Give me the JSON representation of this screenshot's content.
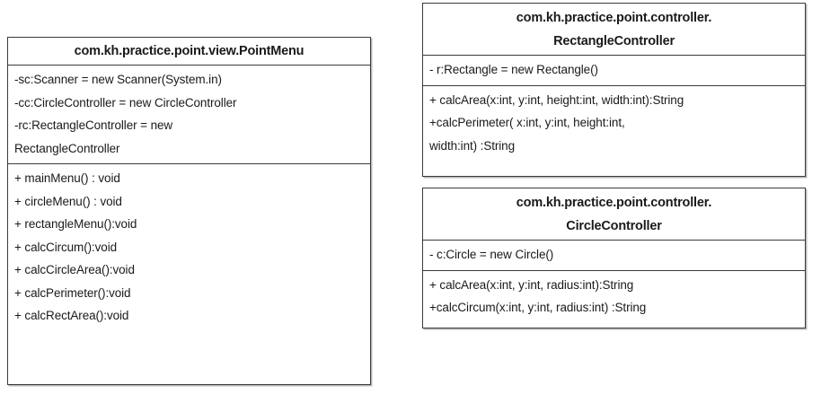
{
  "diagram": {
    "type": "uml-class-diagram",
    "background_color": "#ffffff",
    "line_color": "#3a3a3a",
    "text_color": "#1a1a1a",
    "classes": [
      {
        "id": "pointmenu",
        "title_lines": [
          "com.kh.practice.point.view.PointMenu"
        ],
        "attributes": [
          "-sc:Scanner = new Scanner(System.in)",
          "-cc:CircleController = new CircleController",
          "-rc:RectangleController = new",
          "RectangleController"
        ],
        "methods": [
          "+ mainMenu() : void",
          "+ circleMenu() : void",
          "+ rectangleMenu():void",
          "+ calcCircum():void",
          "+ calcCircleArea():void",
          "+ calcPerimeter():void",
          "+ calcRectArea():void"
        ]
      },
      {
        "id": "rectanglecontroller",
        "title_lines": [
          "com.kh.practice.point.controller.",
          "RectangleController"
        ],
        "attributes": [
          "- r:Rectangle = new Rectangle()"
        ],
        "methods": [
          "+ calcArea(x:int, y:int, height:int, width:int):String",
          "+calcPerimeter( x:int, y:int, height:int,",
          "width:int) :String"
        ]
      },
      {
        "id": "circlecontroller",
        "title_lines": [
          "com.kh.practice.point.controller.",
          "CircleController"
        ],
        "attributes": [
          "- c:Circle = new Circle()"
        ],
        "methods": [
          "+ calcArea(x:int, y:int, radius:int):String",
          "+calcCircum(x:int, y:int, radius:int) :String"
        ]
      }
    ]
  }
}
